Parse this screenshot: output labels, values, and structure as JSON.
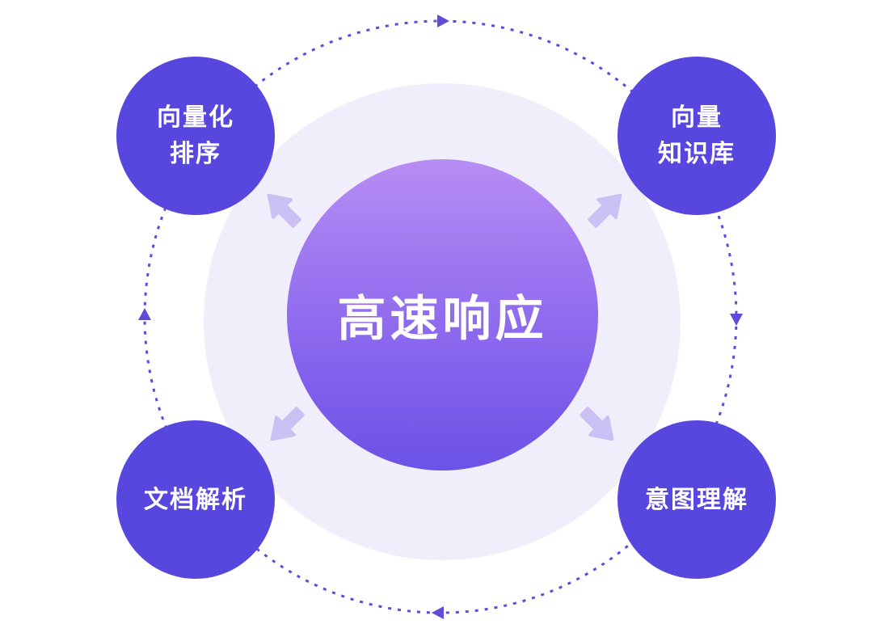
{
  "diagram": {
    "center": {
      "label": "高速响应"
    },
    "nodes": [
      {
        "name": "vectorize-sort",
        "lines": [
          "向量化",
          "排序"
        ]
      },
      {
        "name": "vector-knowledge-base",
        "lines": [
          "向量",
          "知识库"
        ]
      },
      {
        "name": "document-parsing",
        "lines": [
          "文档解析"
        ]
      },
      {
        "name": "intent-understanding",
        "lines": [
          "意图理解"
        ]
      }
    ],
    "colors": {
      "node_fill": "#5847df",
      "center_gradient_top": "#b78df3",
      "center_gradient_bottom": "#6b52e6",
      "halo": "#f1eefb",
      "orbit_stroke": "#5d4cd9",
      "outward_arrow": "#cbc0f4",
      "text": "#ffffff"
    }
  }
}
